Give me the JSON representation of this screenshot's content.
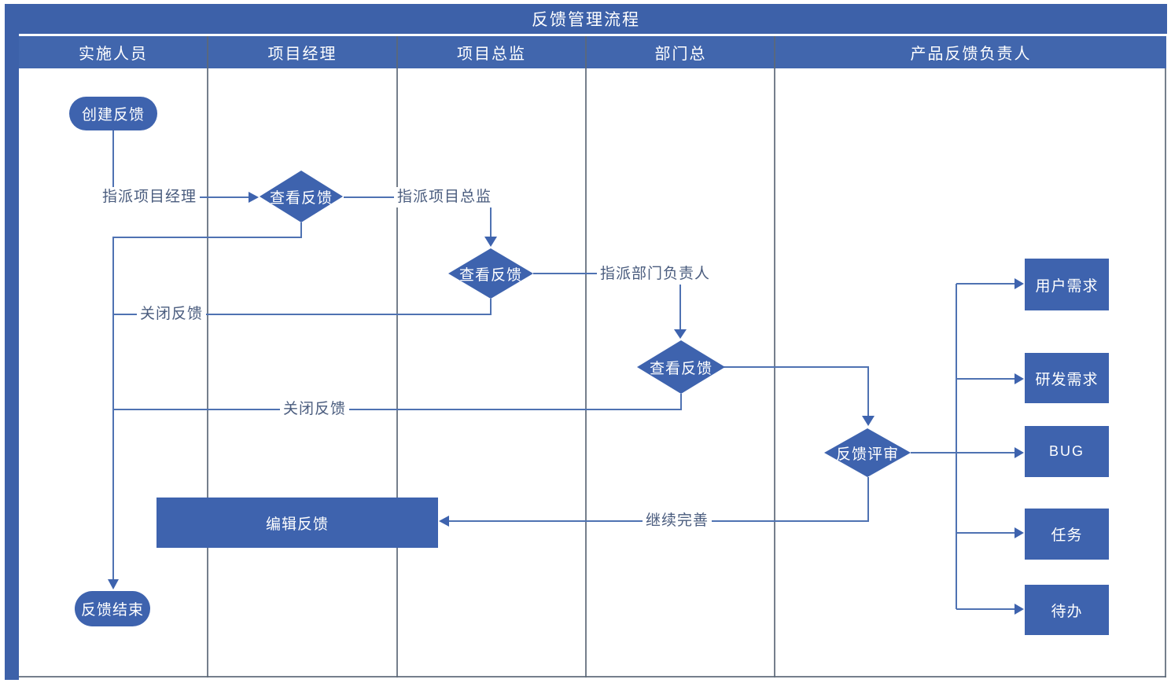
{
  "title": "反馈管理流程",
  "lanes": [
    {
      "label": "实施人员"
    },
    {
      "label": "项目经理"
    },
    {
      "label": "项目总监"
    },
    {
      "label": "部门总"
    },
    {
      "label": "产品反馈负责人"
    }
  ],
  "nodes": {
    "start": {
      "label": "创建反馈",
      "type": "terminator-start"
    },
    "pm_review": {
      "label": "查看反馈",
      "type": "decision"
    },
    "director_review": {
      "label": "查看反馈",
      "type": "decision"
    },
    "dept_review": {
      "label": "查看反馈",
      "type": "decision"
    },
    "feedback_review": {
      "label": "反馈评审",
      "type": "decision"
    },
    "edit_feedback": {
      "label": "编辑反馈",
      "type": "process"
    },
    "user_requirement": {
      "label": "用户需求",
      "type": "process"
    },
    "dev_requirement": {
      "label": "研发需求",
      "type": "process"
    },
    "bug": {
      "label": "BUG",
      "type": "process"
    },
    "task": {
      "label": "任务",
      "type": "process"
    },
    "todo": {
      "label": "待办",
      "type": "process"
    },
    "end": {
      "label": "反馈结束",
      "type": "terminator-end"
    }
  },
  "edge_labels": {
    "assign_pm": "指派项目经理",
    "assign_director": "指派项目总监",
    "assign_dept_head": "指派部门负责人",
    "close_feedback_pm": "关闭反馈",
    "close_feedback_dept": "关闭反馈",
    "continue_improve": "继续完善"
  },
  "edges": [
    {
      "from": "start",
      "to": "pm_review",
      "label": "指派项目经理"
    },
    {
      "from": "pm_review",
      "to": "director_review",
      "label": "指派项目总监"
    },
    {
      "from": "pm_review",
      "to": "end",
      "label": ""
    },
    {
      "from": "director_review",
      "to": "dept_review",
      "label": "指派部门负责人"
    },
    {
      "from": "director_review",
      "to": "end",
      "label": "关闭反馈"
    },
    {
      "from": "dept_review",
      "to": "feedback_review",
      "label": ""
    },
    {
      "from": "dept_review",
      "to": "end",
      "label": "关闭反馈"
    },
    {
      "from": "feedback_review",
      "to": "user_requirement",
      "label": ""
    },
    {
      "from": "feedback_review",
      "to": "dev_requirement",
      "label": ""
    },
    {
      "from": "feedback_review",
      "to": "bug",
      "label": ""
    },
    {
      "from": "feedback_review",
      "to": "task",
      "label": ""
    },
    {
      "from": "feedback_review",
      "to": "todo",
      "label": ""
    },
    {
      "from": "feedback_review",
      "to": "edit_feedback",
      "label": "继续完善"
    }
  ],
  "colors": {
    "shape_blue": "#3E63AE",
    "header_blue": "#4166AD",
    "title_blue": "#3D61A9",
    "connector_blue": "#4F72B2",
    "lane_border": "#5D6878",
    "label_text": "#4A5C7E",
    "background": "#FFFFFF"
  }
}
